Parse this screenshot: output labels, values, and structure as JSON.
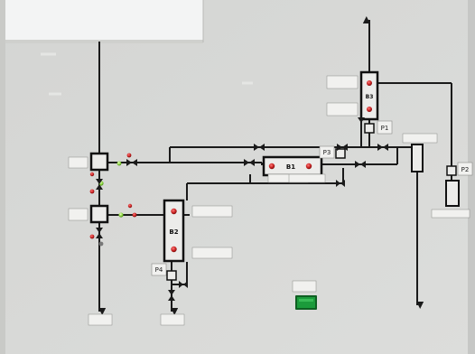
{
  "panel": {
    "colors": {
      "wall": "#d9dad8",
      "line": "#1a1a1a",
      "lamp_red": "#c41e1e",
      "lamp_green": "#86d23a",
      "button_green": "#1b9b3b"
    },
    "equipment": {
      "b1": "B1",
      "b2": "B2",
      "b3": "B3",
      "p1": "P1",
      "p2": "P2",
      "p3": "P3",
      "p4": "P4"
    },
    "icons": [
      "valve-icon",
      "lamp-icon",
      "flow-arrow-icon",
      "pump-icon",
      "tank-icon",
      "push-button-icon"
    ]
  }
}
